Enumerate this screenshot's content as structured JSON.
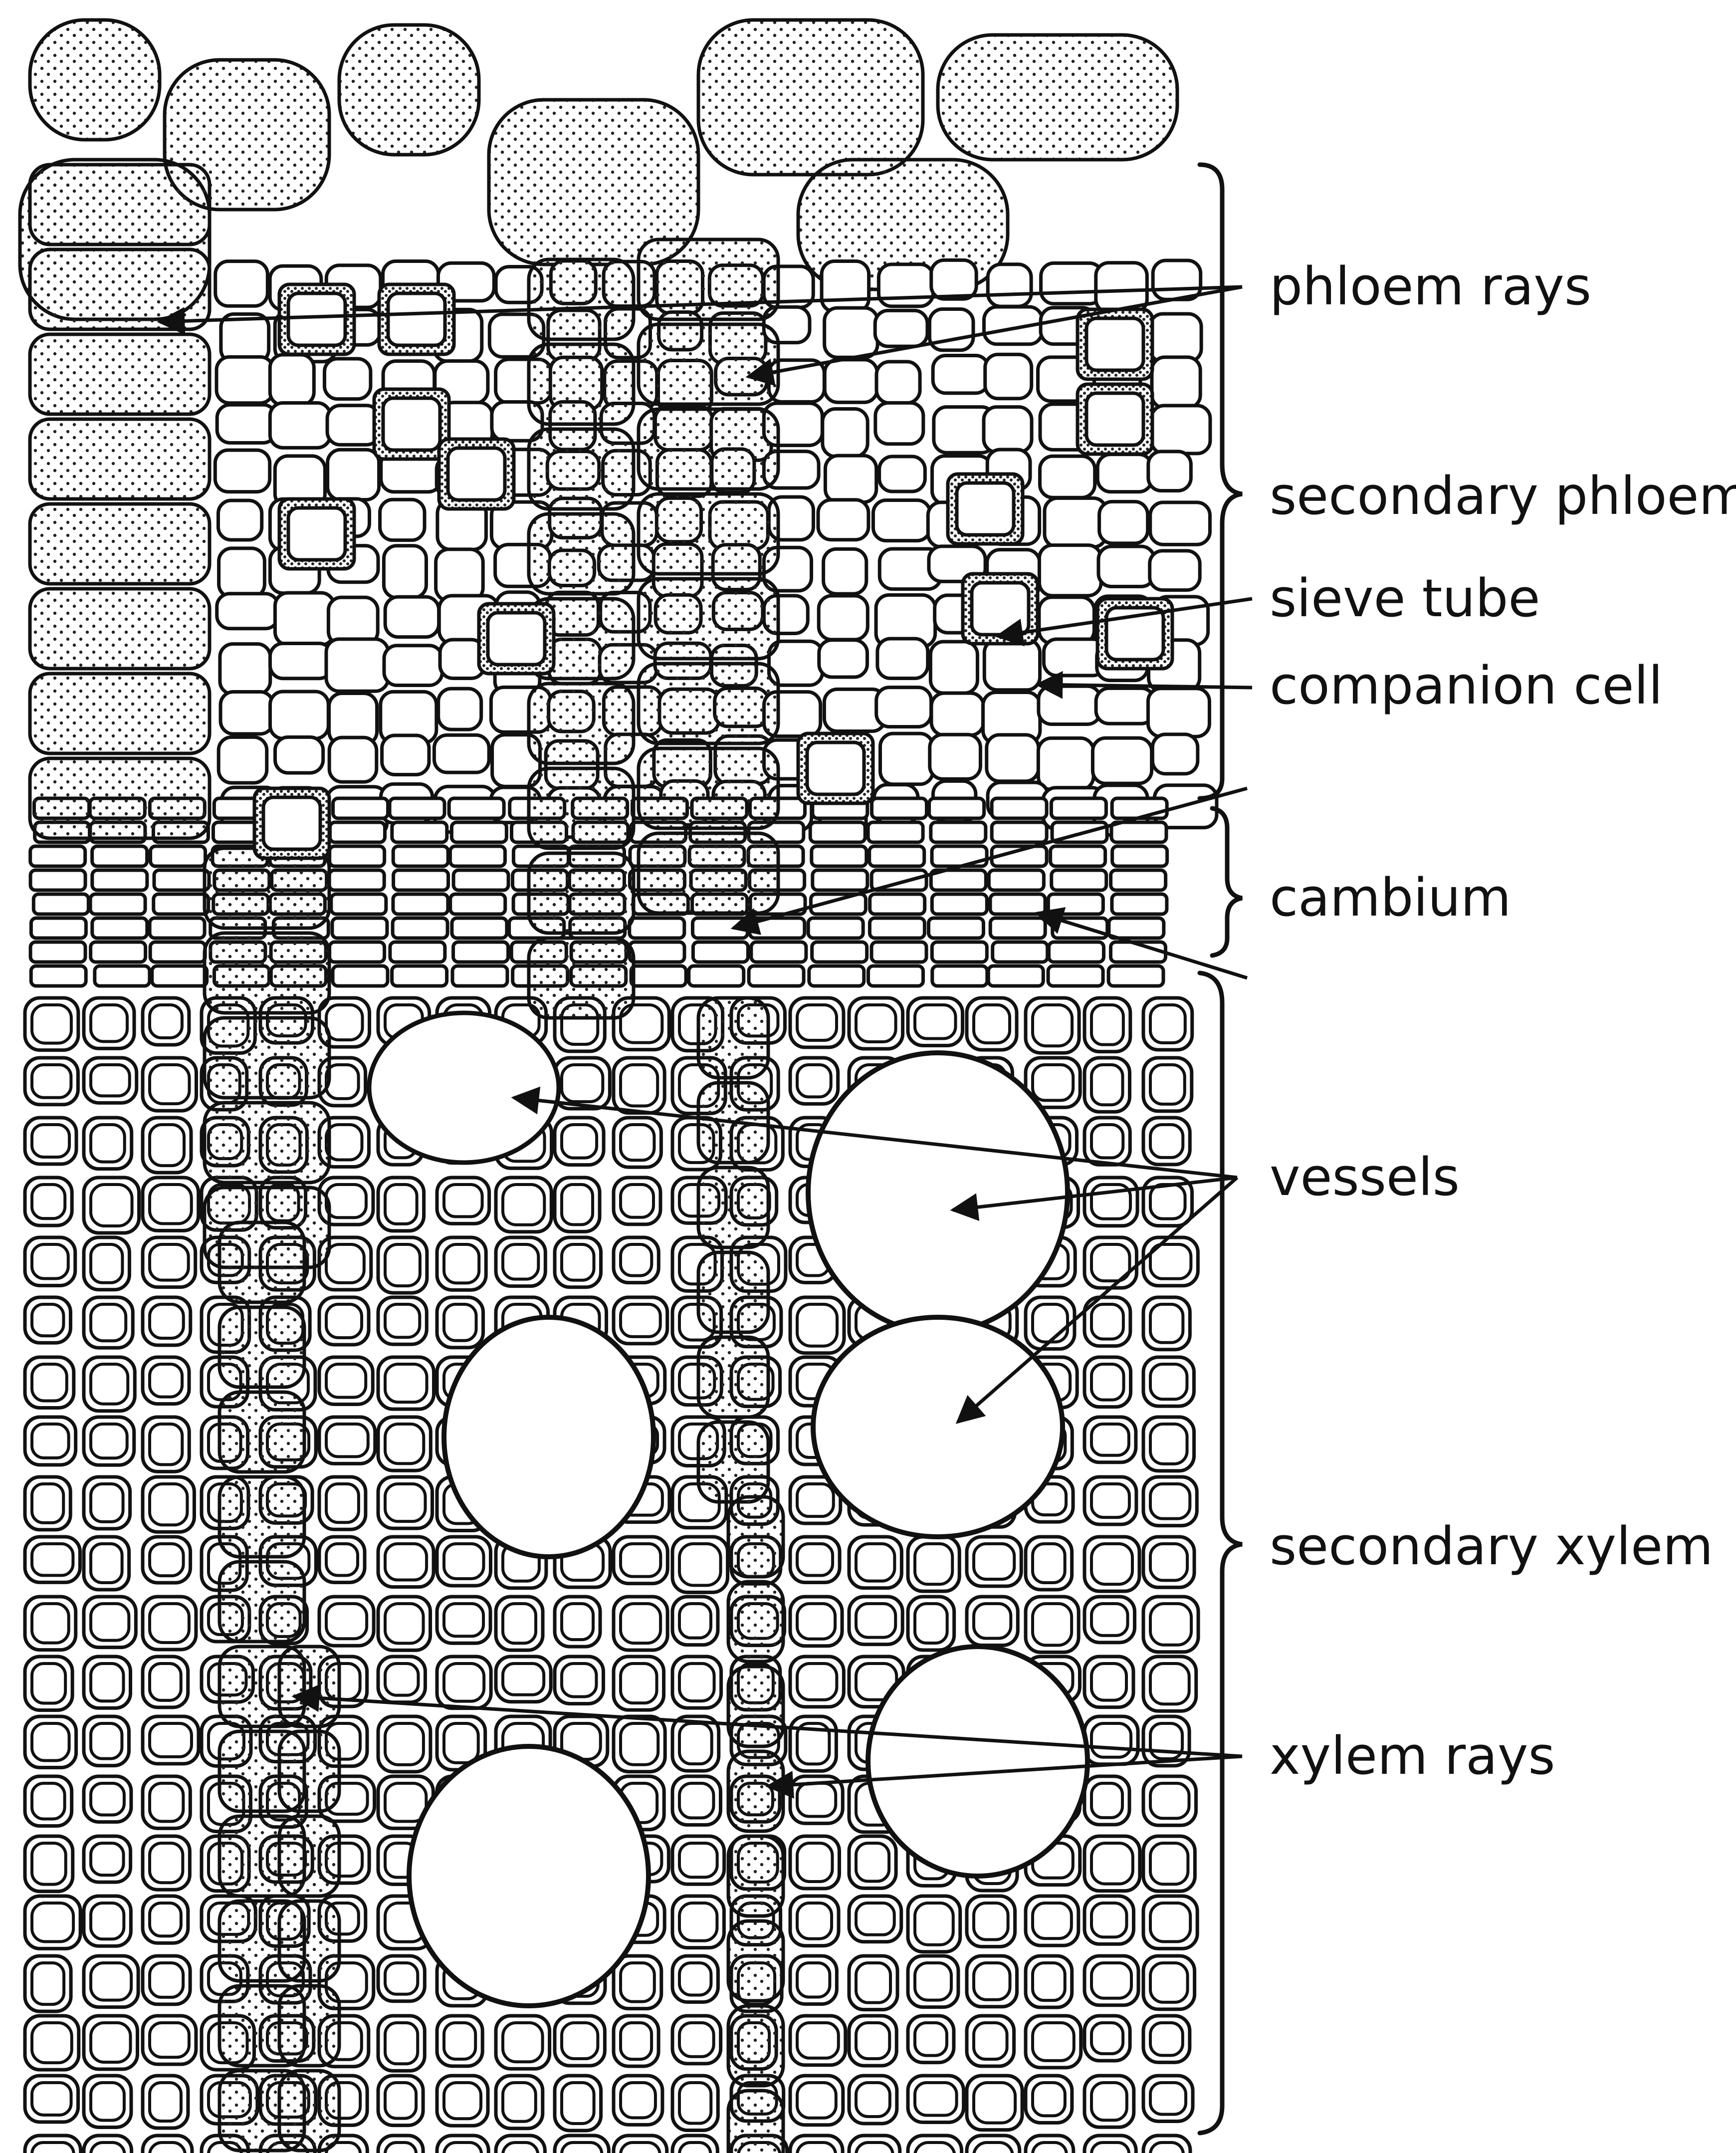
{
  "labels": {
    "phloem_rays": "phloem rays",
    "secondary_phloem": "secondary phloem",
    "sieve_tube": "sieve tube",
    "companion_cell": "companion cell",
    "cambium": "cambium",
    "vessels": "vessels",
    "secondary_xylem": "secondary xylem",
    "xylem_rays": "xylem rays"
  },
  "colors": {
    "ink": "#111111",
    "paper": "#ffffff",
    "stipple": "#222222"
  }
}
